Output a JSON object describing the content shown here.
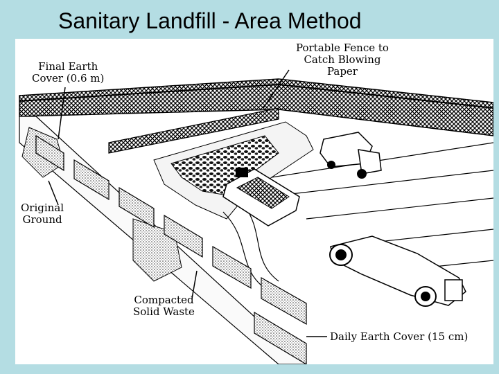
{
  "slide": {
    "title": "Sanitary Landfill - Area Method"
  },
  "diagram": {
    "labels": {
      "final_earth_cover": [
        "Final Earth",
        "Cover (0.6 m)"
      ],
      "portable_fence": [
        "Portable Fence to",
        "Catch Blowing",
        "Paper"
      ],
      "original_ground": [
        "Original",
        "Ground"
      ],
      "compacted_solid_waste": [
        "Compacted",
        "Solid Waste"
      ],
      "daily_earth_cover": "Daily Earth Cover (15 cm)"
    }
  }
}
